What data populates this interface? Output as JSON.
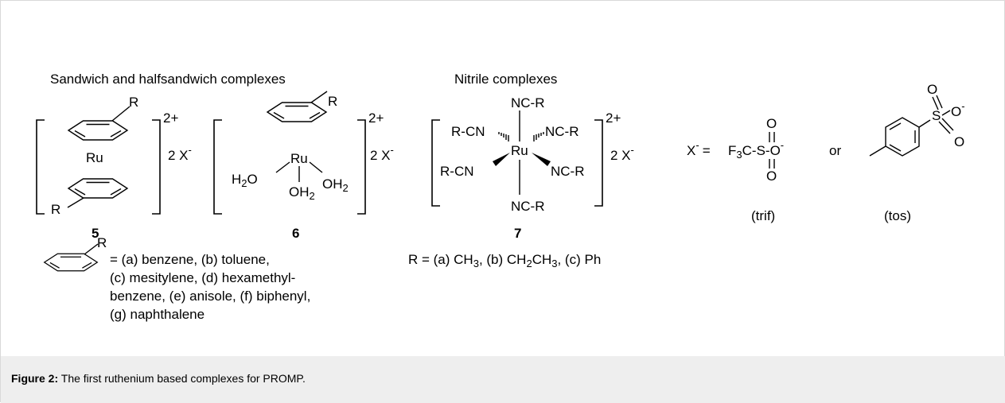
{
  "headings": {
    "sandwich": "Sandwich and halfsandwich complexes",
    "nitrile": "Nitrile complexes"
  },
  "complex5": {
    "metal": "Ru",
    "substituent_top": "R",
    "substituent_bottom": "R",
    "charge": "2+",
    "counterion": "2 X",
    "counterion_charge": "-",
    "number": "5"
  },
  "complex6": {
    "metal": "Ru",
    "substituent": "R",
    "ligand_h": "H",
    "ligand_sub": "2",
    "ligand_o": "O",
    "charge": "2+",
    "counterion": "2 X",
    "counterion_charge": "-",
    "number": "6"
  },
  "complex7": {
    "metal": "Ru",
    "ligand_nc": "NC-R",
    "ligand_cn": "R-CN",
    "charge": "2+",
    "counterion": "2 X",
    "counterion_charge": "-",
    "number": "7"
  },
  "anion": {
    "x": "X",
    "x_charge": "-",
    "equals": "=",
    "f3c_main": "F",
    "f3c_sub": "3",
    "f3c_rest": "C-S-O",
    "o": "O",
    "o_charge": "-",
    "s": "S",
    "or": "or",
    "trif": "(trif)",
    "tos": "(tos)"
  },
  "arene_legend": {
    "substituent": "R",
    "lines": [
      "= (a) benzene, (b) toluene,",
      "(c) mesitylene, (d) hexamethyl-",
      "benzene, (e) anisole, (f) biphenyl,",
      "(g) naphthalene"
    ]
  },
  "nitrile_legend": {
    "prefix": "R = (a) CH",
    "sub1": "3",
    "mid1": ", (b) CH",
    "sub2": "2",
    "mid2": "CH",
    "sub3": "3",
    "suffix": ", (c) Ph"
  },
  "caption": {
    "label": "Figure 2:",
    "text": "The first ruthenium based complexes for PROMP."
  }
}
